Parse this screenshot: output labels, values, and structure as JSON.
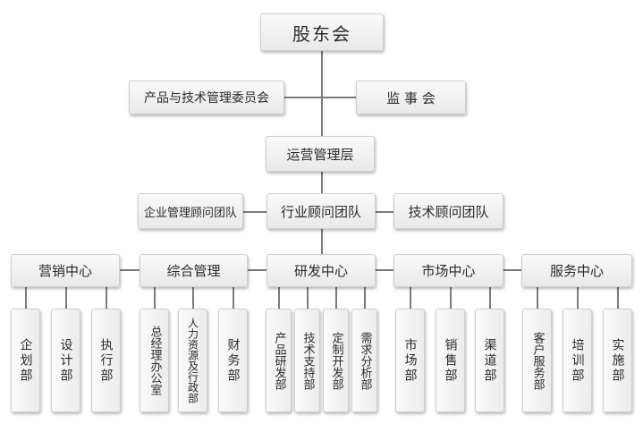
{
  "org": {
    "shareholders": "股东会",
    "product_committee": "产品与技术管理委员会",
    "supervisors": "监 事 会",
    "operations": "运营管理层",
    "enterprise_consulting": "企业管理顾问团队",
    "industry_consulting": "行业顾问团队",
    "tech_consulting": "技术顾问团队",
    "centers": [
      {
        "label": "营销中心",
        "depts": [
          "企划部",
          "设计部",
          "执行部"
        ]
      },
      {
        "label": "综合管理",
        "depts": [
          "总经理办公室",
          "人力资源及行政部",
          "财务部"
        ]
      },
      {
        "label": "研发中心",
        "depts": [
          "产品研发部",
          "技术支持部",
          "定制开发部",
          "需求分析部"
        ]
      },
      {
        "label": "市场中心",
        "depts": [
          "市场部",
          "销售部",
          "渠道部"
        ]
      },
      {
        "label": "服务中心",
        "depts": [
          "客户服务部",
          "培训部",
          "实施部"
        ]
      }
    ]
  }
}
